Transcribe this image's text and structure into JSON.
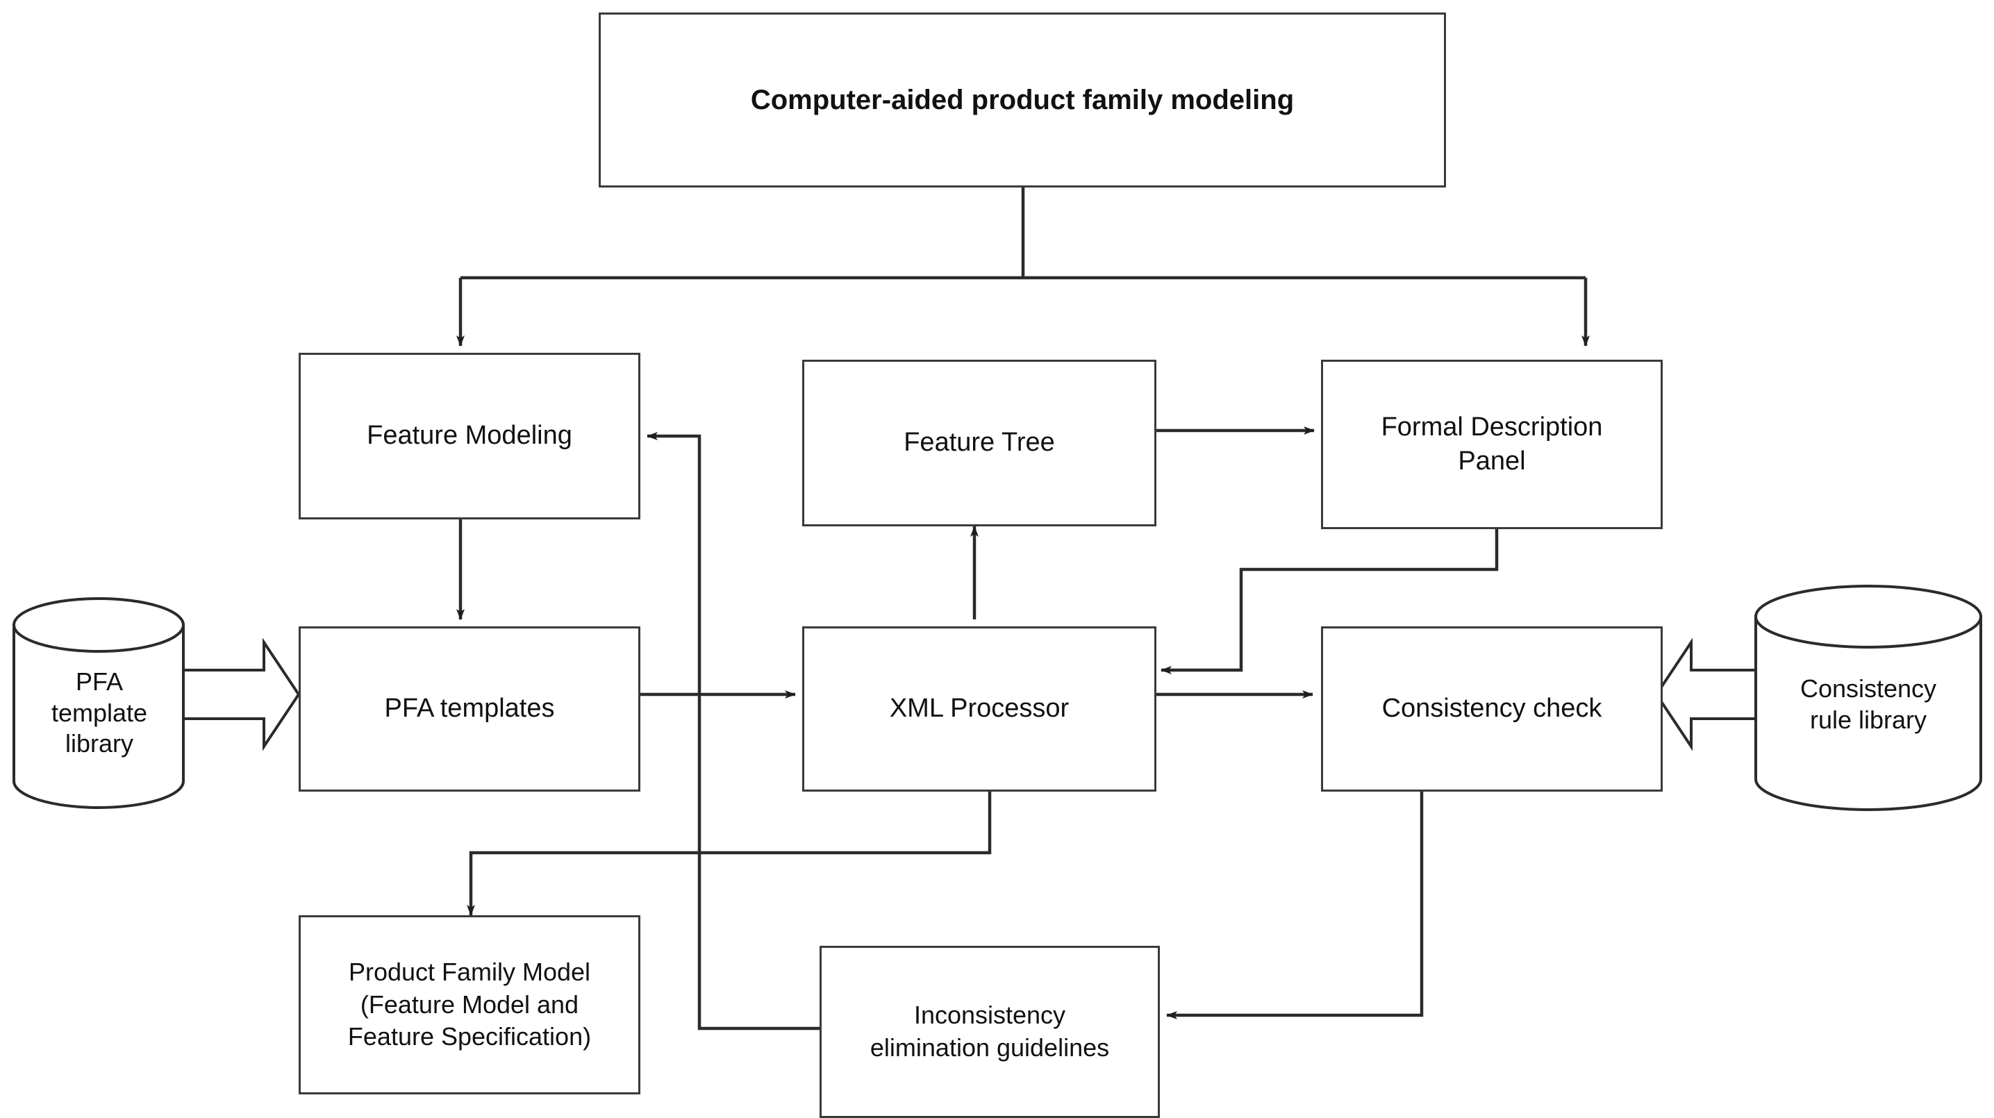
{
  "diagram": {
    "title_box": {
      "label": "Computer-aided product family modeling"
    },
    "nodes": [
      {
        "id": "feature-modeling",
        "label": "Feature Modeling"
      },
      {
        "id": "feature-tree",
        "label": "Feature Tree"
      },
      {
        "id": "formal-description",
        "label": "Formal Description\nPanel"
      },
      {
        "id": "pfa-templates",
        "label": "PFA templates"
      },
      {
        "id": "xml-processor",
        "label": "XML Processor"
      },
      {
        "id": "consistency-check",
        "label": "Consistency check"
      },
      {
        "id": "product-family-model",
        "label": "Product Family Model\n(Feature Model and\nFeature Specification)"
      },
      {
        "id": "inconsistency-guidelines",
        "label": "Inconsistency\nelimination guidelines"
      }
    ],
    "datastores": [
      {
        "id": "pfa-template-library",
        "label": "PFA\ntemplate\nlibrary"
      },
      {
        "id": "consistency-rule-library",
        "label": "Consistency\nrule library"
      }
    ],
    "colors": {
      "stroke": "#3a3a3a",
      "line": "#2b2b2b",
      "text": "#111111",
      "background": "#ffffff"
    }
  }
}
